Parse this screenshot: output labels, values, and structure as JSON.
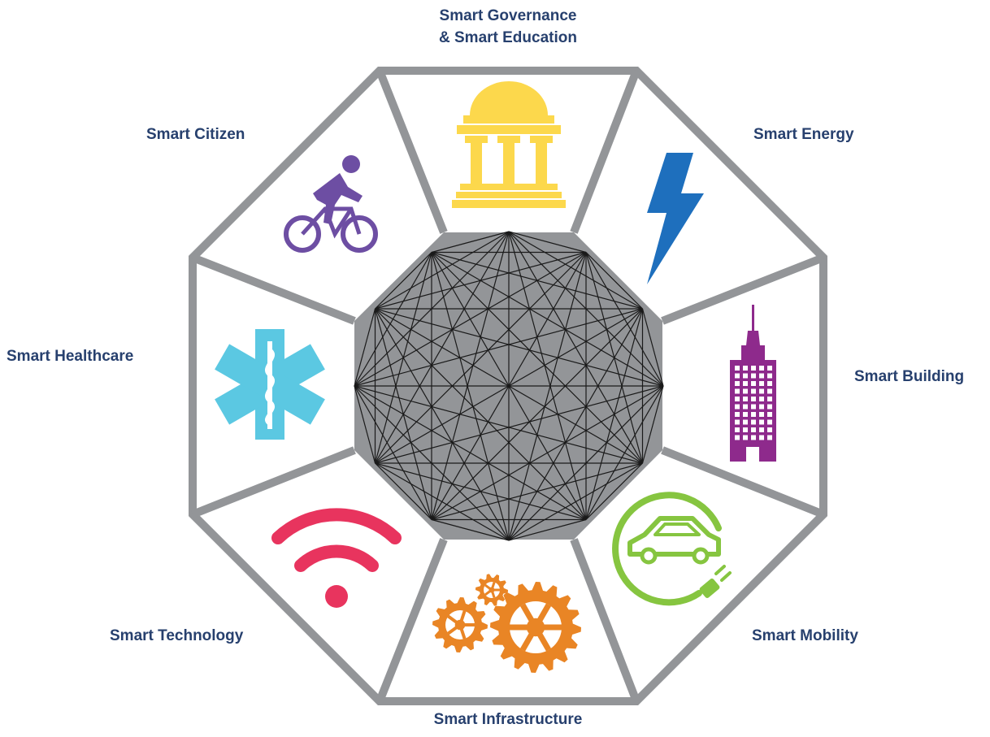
{
  "sectors": [
    {
      "id": "governance",
      "label_lines": [
        "Smart Governance",
        "& Smart Education"
      ],
      "icon": "government-building-icon",
      "color": "#fcd84c"
    },
    {
      "id": "energy",
      "label_lines": [
        "Smart Energy"
      ],
      "icon": "lightning-bolt-icon",
      "color": "#1e6fbd"
    },
    {
      "id": "building",
      "label_lines": [
        "Smart Building"
      ],
      "icon": "skyscraper-icon",
      "color": "#8e2a8c"
    },
    {
      "id": "mobility",
      "label_lines": [
        "Smart Mobility"
      ],
      "icon": "electric-car-plug-icon",
      "color": "#86c540"
    },
    {
      "id": "infrastructure",
      "label_lines": [
        "Smart Infrastructure"
      ],
      "icon": "gears-icon",
      "color": "#e98525"
    },
    {
      "id": "technology",
      "label_lines": [
        "Smart Technology"
      ],
      "icon": "wifi-icon",
      "color": "#e8345e"
    },
    {
      "id": "healthcare",
      "label_lines": [
        "Smart Healthcare"
      ],
      "icon": "star-of-life-icon",
      "color": "#5bc8e2"
    },
    {
      "id": "citizen",
      "label_lines": [
        "Smart Citizen"
      ],
      "icon": "cyclist-icon",
      "color": "#6d4ea3"
    }
  ],
  "colors": {
    "frame": "#939598",
    "hub_fill": "#939598",
    "hub_lines": "#1a1a1a",
    "label_text": "#27406e"
  }
}
